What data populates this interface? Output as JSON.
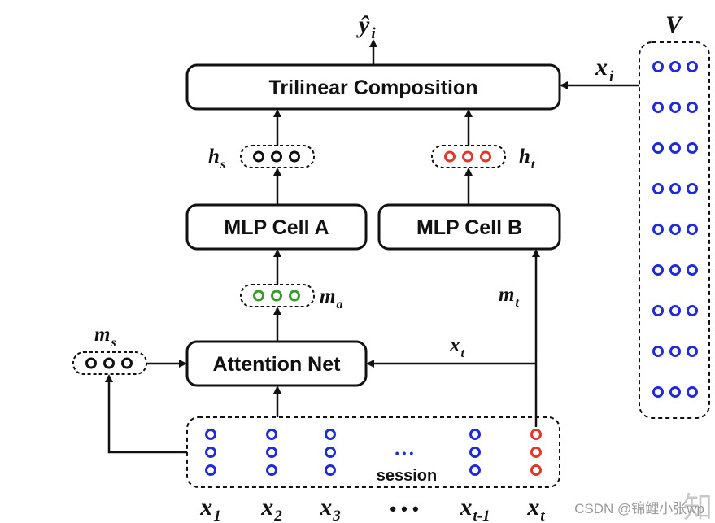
{
  "nodes": {
    "trilinear": "Trilinear Composition",
    "mlp_a": "MLP Cell A",
    "mlp_b": "MLP Cell B",
    "attention": "Attention Net",
    "session": "session"
  },
  "symbols": {
    "y_hat": "ŷ",
    "y_hat_sub": "i",
    "v": "V",
    "x_i": "x",
    "x_i_sub": "i",
    "h_s": "h",
    "h_s_sub": "s",
    "h_t": "h",
    "h_t_sub": "t",
    "m_a": "m",
    "m_a_sub": "a",
    "m_t": "m",
    "m_t_sub": "t",
    "m_s": "m",
    "m_s_sub": "s",
    "x_t_arrow": "x",
    "x_t_arrow_sub": "t",
    "session_ellipsis": "• • •"
  },
  "inputs": [
    {
      "base": "x",
      "sub": "1"
    },
    {
      "base": "x",
      "sub": "2"
    },
    {
      "base": "x",
      "sub": "3"
    },
    {
      "base": "• • •",
      "sub": ""
    },
    {
      "base": "x",
      "sub": "t-1"
    },
    {
      "base": "x",
      "sub": "t"
    }
  ],
  "watermark": "CSDN @锦鲤小张wp",
  "watermark_logo": "知",
  "colors": {
    "black": "#111111",
    "blue": "#1f2bd6",
    "red": "#e0392b",
    "green": "#3a9a2b"
  }
}
